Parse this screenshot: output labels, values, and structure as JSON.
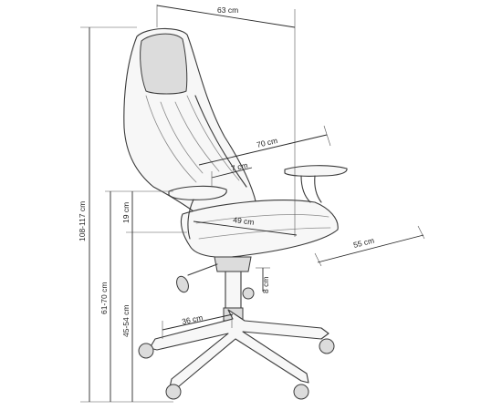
{
  "dimensions": {
    "top_width": "63 cm",
    "total_height": "108-117 cm",
    "armrest_height": "61-70 cm",
    "seat_height": "45-54 cm",
    "backrest_depth": "70 cm",
    "armrest_gap": "7 cm",
    "armrest_seat_height": "19 cm",
    "seat_depth": "49 cm",
    "seat_width": "55 cm",
    "seat_thickness": "8 cm",
    "base_radius": "36 cm"
  }
}
